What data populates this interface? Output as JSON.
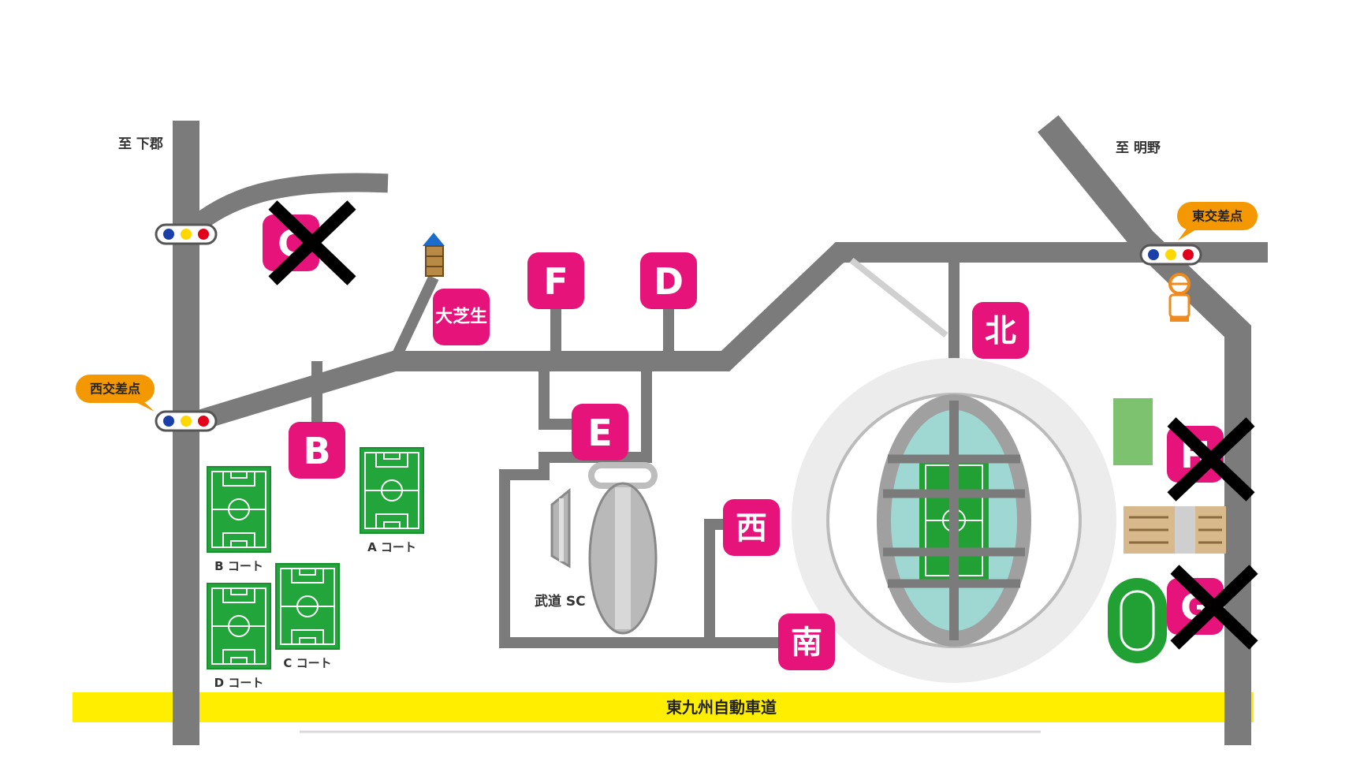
{
  "labels": {
    "to_shimogori": "至 下郡",
    "to_meino": "至 明野",
    "west_intersection": "西交差点",
    "east_intersection": "東交差点",
    "highway": "東九州自動車道",
    "budo_sc": "武道 SC",
    "court_a": "A コート",
    "court_b": "B コート",
    "court_c": "C コート",
    "court_d": "D コート"
  },
  "gates": {
    "b": "B",
    "d": "D",
    "e": "E",
    "f": "F",
    "oshibafu": "大芝生",
    "north": "北",
    "west": "西",
    "south": "南"
  },
  "closed_gates": {
    "c": "C",
    "h": "H",
    "g": "G"
  },
  "colors": {
    "gate": "#e5137a",
    "road": "#7b7b7b",
    "highway": "#ffee00",
    "court": "#22a53a",
    "bubble": "#f39800",
    "stadium_ring": "#ececec",
    "pitch": "#21a133",
    "stands": "#9fd8d2"
  },
  "icons": {
    "traffic_light": "traffic-light-icon",
    "tower": "tower-icon",
    "police_box": "police-box-icon",
    "closed": "cross-icon"
  }
}
